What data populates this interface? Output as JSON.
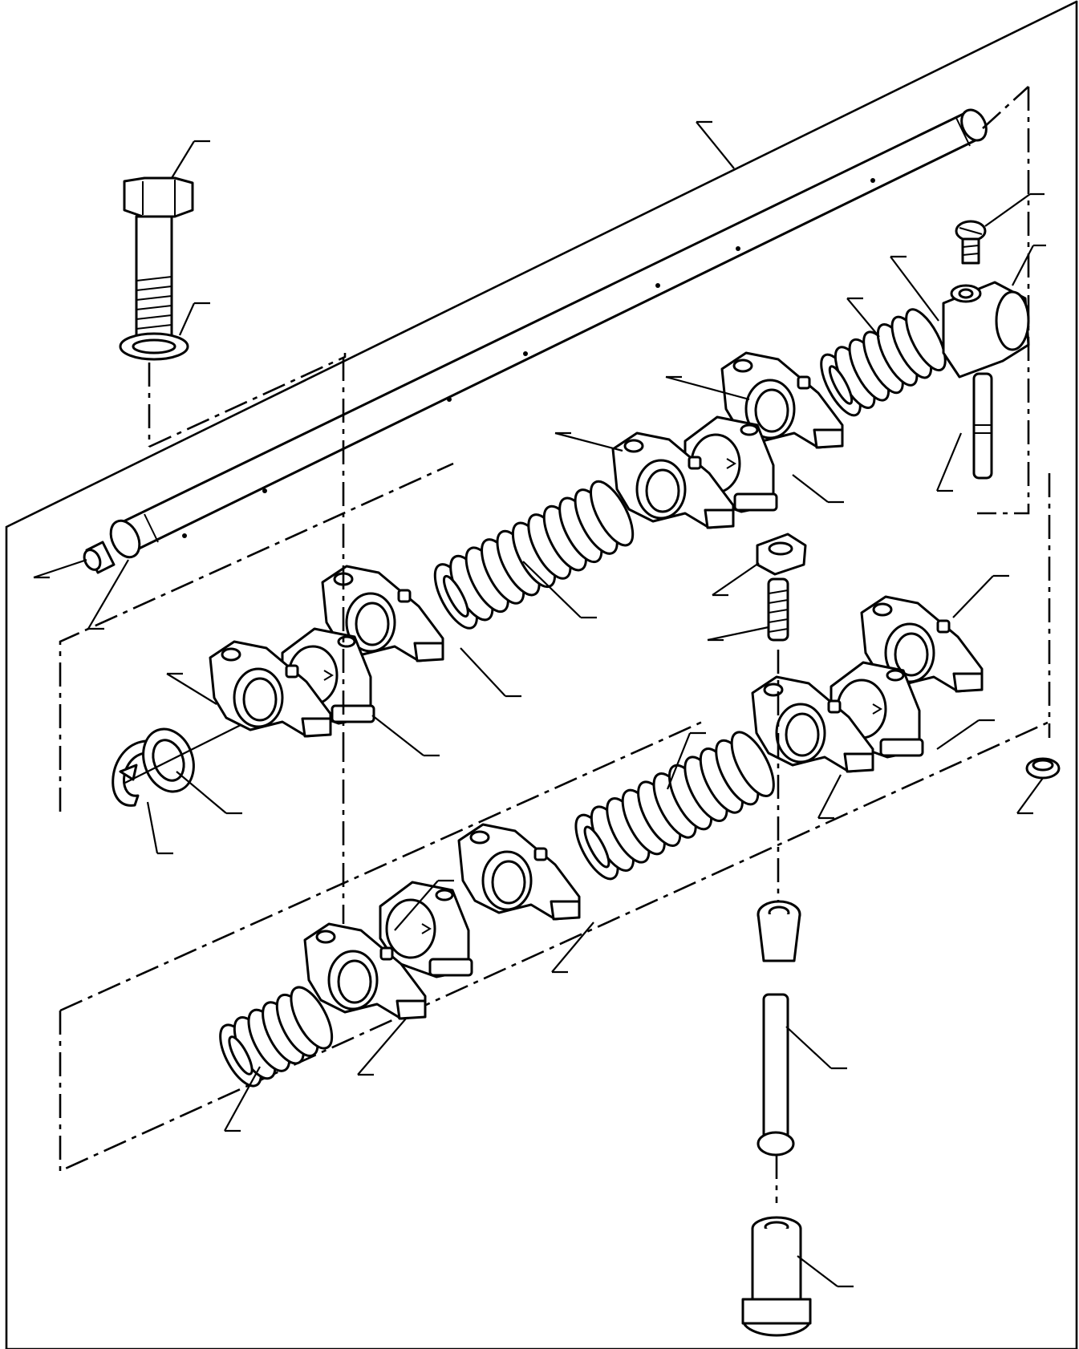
{
  "diagram": {
    "type": "exploded parts drawing (rocker arm shaft assembly)",
    "parts": [
      "bolt",
      "washer",
      "rocker-shaft",
      "plug",
      "shaft-end-cap",
      "locating-screw",
      "end-bracket",
      "end-spring",
      "rocker-arm",
      "support-bracket",
      "spring",
      "adjusting-nut",
      "adjusting-screw",
      "circlip",
      "thrust-washer",
      "oil-seal",
      "push-rod-cup",
      "push-rod",
      "tappet"
    ],
    "callout_count": 36,
    "callout_labels_printed": false
  }
}
